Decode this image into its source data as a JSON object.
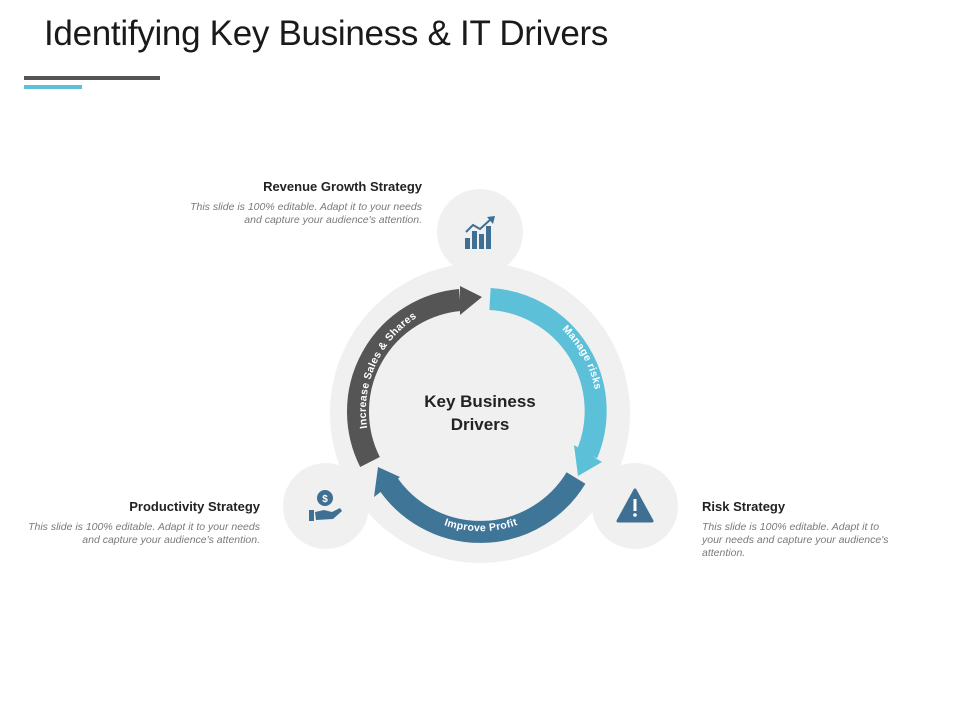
{
  "slide": {
    "title": "Identifying Key Business & IT Drivers"
  },
  "center": {
    "line1": "Key Business",
    "line2": "Drivers"
  },
  "arrows": {
    "increase": "Increase Sales & Shares",
    "manage": "Manage risks",
    "improve": "Improve Profit"
  },
  "blocks": {
    "revenue": {
      "heading": "Revenue Growth Strategy",
      "body": "This slide is 100% editable. Adapt it to your needs and capture your audience's attention."
    },
    "productivity": {
      "heading": "Productivity Strategy",
      "body": "This slide is 100% editable. Adapt it to your needs and capture your audience's attention."
    },
    "risk": {
      "heading": "Risk Strategy",
      "body": "This slide is 100% editable. Adapt it to your needs and capture your audience's attention."
    }
  },
  "icons": {
    "revenue": "bar-chart-growth-icon",
    "productivity": "hand-dollar-icon",
    "risk": "warning-triangle-icon"
  },
  "colors": {
    "dark_arrow": "#555555",
    "light_blue_arrow": "#5bc0d8",
    "steel_blue_arrow": "#3f7597",
    "circle_bg": "#f0f0f0",
    "icon_color": "#3f6f93"
  }
}
